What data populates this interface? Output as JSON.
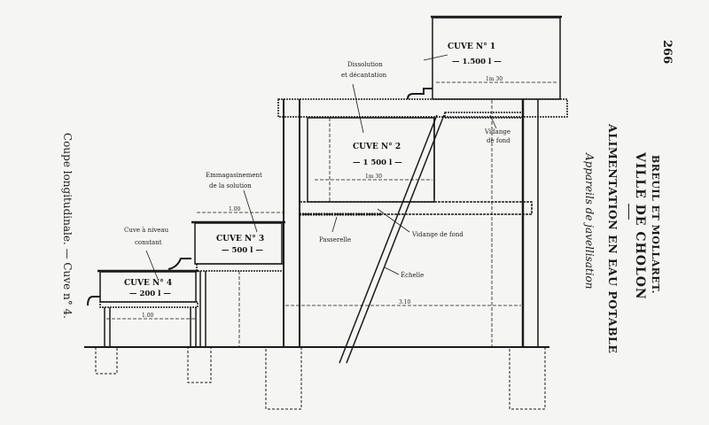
{
  "page_number": "266",
  "header": {
    "authors": "BREUIL ET MOLLARET.",
    "city": "VILLE DE CHOLON",
    "subject": "ALIMENTATION EN EAU POTABLE",
    "subtitle": "Appareils de javellisation"
  },
  "caption": "Coupe longitudinale. — Cuve n° 4.",
  "tanks": [
    {
      "name": "CUVE N° 1",
      "capacity": "— 1.500 l —"
    },
    {
      "name": "CUVE N° 2",
      "capacity": "— 1 500 l —"
    },
    {
      "name": "CUVE N° 3",
      "capacity": "— 500 l —"
    },
    {
      "name": "CUVE N° 4",
      "capacity": "— 200 l —"
    }
  ],
  "labels": {
    "dissolution_1": "Dissolution",
    "dissolution_2": "et décantation",
    "storage_1": "Emmagasinement",
    "storage_2": "de la solution",
    "constant_1": "Cuve à niveau",
    "constant_2": "constant",
    "drain_top_1": "Vidange",
    "drain_top_2": "de fond",
    "drain_mid": "Vidange de fond",
    "walkway": "Passerelle",
    "ladder": "Échelle"
  },
  "dimensions": {
    "cuve1_width": "1m 30",
    "cuve2_width": "1m 30",
    "cuve3_width": "1.00",
    "cuve4_stand": "1.00",
    "span": "3.10"
  }
}
